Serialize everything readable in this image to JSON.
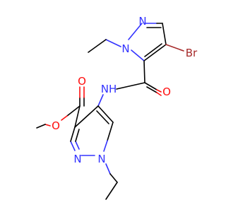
{
  "molecule": {
    "atom_labels": {
      "n1_upper": "N",
      "n2_upper": "N",
      "br": "Br",
      "carbonyl_o_amide": "O",
      "amide_nh": "NH",
      "ester_o_double": "O",
      "ester_o_single": "O",
      "n1_lower": "N",
      "n2_lower": "N"
    },
    "colors": {
      "carbon_bond": "#000000",
      "nitrogen": "#3333ff",
      "oxygen": "#ff0d0d",
      "bromine": "#a62929"
    }
  }
}
